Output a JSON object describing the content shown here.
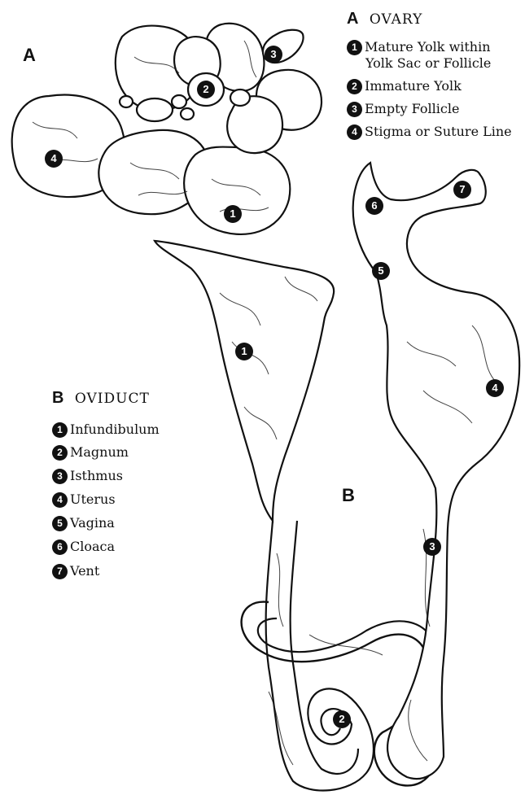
{
  "ovary": {
    "letter": "A",
    "heading_letter": "A",
    "heading": "OVARY",
    "items": [
      {
        "num": "1",
        "label": "Mature Yolk within",
        "label2": "Yolk Sac or Follicle"
      },
      {
        "num": "2",
        "label": "Immature Yolk"
      },
      {
        "num": "3",
        "label": "Empty Follicle"
      },
      {
        "num": "4",
        "label": "Stigma or Suture Line"
      }
    ],
    "markers": [
      "1",
      "2",
      "3",
      "4"
    ]
  },
  "oviduct": {
    "letter": "B",
    "heading_letter": "B",
    "heading": "OVIDUCT",
    "items": [
      {
        "num": "1",
        "label": "Infundibulum"
      },
      {
        "num": "2",
        "label": "Magnum"
      },
      {
        "num": "3",
        "label": "Isthmus"
      },
      {
        "num": "4",
        "label": "Uterus"
      },
      {
        "num": "5",
        "label": "Vagina"
      },
      {
        "num": "6",
        "label": "Cloaca"
      },
      {
        "num": "7",
        "label": "Vent"
      }
    ],
    "markers": [
      "1",
      "2",
      "3",
      "4",
      "5",
      "6",
      "7"
    ]
  }
}
